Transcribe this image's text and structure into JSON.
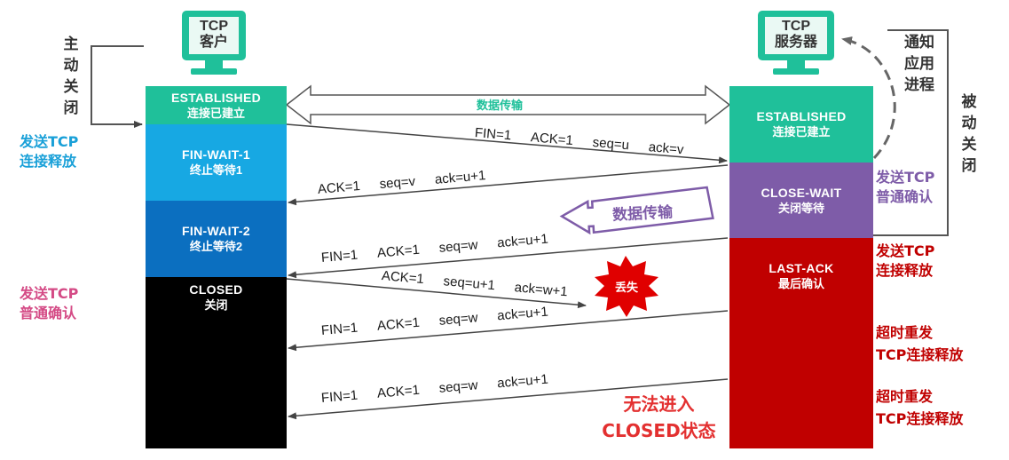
{
  "client": {
    "title": "TCP",
    "subtitle": "客户",
    "states": [
      {
        "name": "ESTABLISHED",
        "desc": "连接已建立"
      },
      {
        "name": "FIN-WAIT-1",
        "desc": "终止等待1"
      },
      {
        "name": "FIN-WAIT-2",
        "desc": "终止等待2"
      },
      {
        "name": "CLOSED",
        "desc": "关闭"
      }
    ],
    "active_close": "主动关闭",
    "send_release": [
      "发送TCP",
      "连接释放"
    ],
    "send_ack": [
      "发送TCP",
      "普通确认"
    ]
  },
  "server": {
    "title": "TCP",
    "subtitle": "服务器",
    "states": [
      {
        "name": "ESTABLISHED",
        "desc": "连接已建立"
      },
      {
        "name": "CLOSE-WAIT",
        "desc": "关闭等待"
      },
      {
        "name": "LAST-ACK",
        "desc": "最后确认"
      }
    ],
    "notify_app": "通知应用进程",
    "passive_close": "被动关闭",
    "send_ack": [
      "发送TCP",
      "普通确认"
    ],
    "send_release": [
      "发送TCP",
      "连接释放"
    ],
    "retransmit_1": [
      "超时重发",
      "TCP连接释放"
    ],
    "retransmit_2": [
      "超时重发",
      "TCP连接释放"
    ]
  },
  "data_transfer_1": "数据传输",
  "data_transfer_2": "数据传输",
  "lost": "丢失",
  "cannot_enter": [
    "无法进入",
    "CLOSED状态"
  ],
  "messages": [
    {
      "parts": [
        "FIN=1",
        "ACK=1",
        "seq=u",
        "ack=v"
      ]
    },
    {
      "parts": [
        "ACK=1",
        "seq=v",
        "ack=u+1"
      ]
    },
    {
      "parts": [
        "FIN=1",
        "ACK=1",
        "seq=w",
        "ack=u+1"
      ]
    },
    {
      "parts": [
        "ACK=1",
        "seq=u+1",
        "ack=w+1"
      ]
    },
    {
      "parts": [
        "FIN=1",
        "ACK=1",
        "seq=w",
        "ack=u+1"
      ]
    },
    {
      "parts": [
        "FIN=1",
        "ACK=1",
        "seq=w",
        "ack=u+1"
      ]
    }
  ],
  "colors": {
    "established": "#1fc09a",
    "fin_wait_1": "#17a8e3",
    "fin_wait_2": "#0b6fc0",
    "closed": "#000000",
    "close_wait": "#7e5ca8",
    "last_ack": "#c00000",
    "client_label": "#19a0d8",
    "ack_label": "#d44a85",
    "server_label": "#c00000",
    "monitor": "#1fc09a"
  }
}
